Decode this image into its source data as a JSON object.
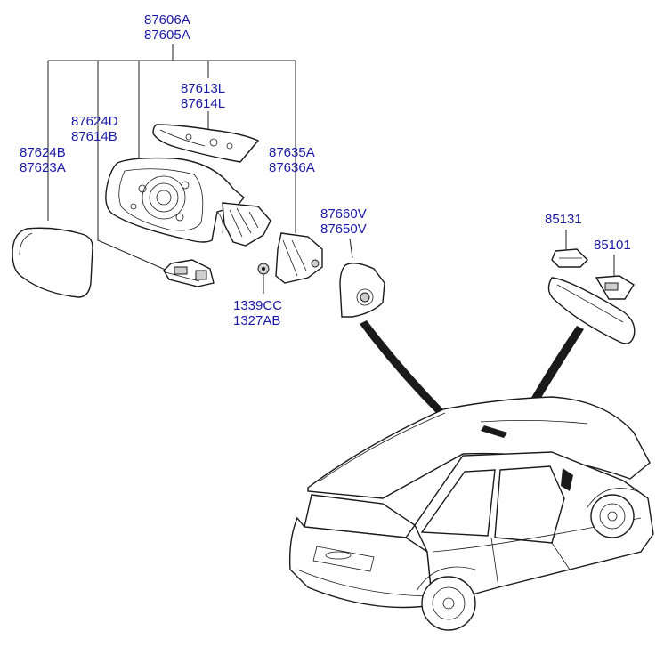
{
  "labels": {
    "mirror_assy_a": "87606A",
    "mirror_assy_b": "87605A",
    "cover_a": "87613L",
    "cover_b": "87614L",
    "actuator_a": "87624D",
    "actuator_b": "87614B",
    "glass_a": "87624B",
    "glass_b": "87623A",
    "garnish_a": "87635A",
    "garnish_b": "87636A",
    "screw_a": "1339CC",
    "screw_b": "1327AB",
    "inner_cover_a": "87660V",
    "inner_cover_b": "87650V",
    "cover_clip": "85131",
    "rear_view_mirror": "85101"
  },
  "colors": {
    "label_text": "#1a1aa8",
    "line": "#222222",
    "pointer_band": "#111111"
  }
}
